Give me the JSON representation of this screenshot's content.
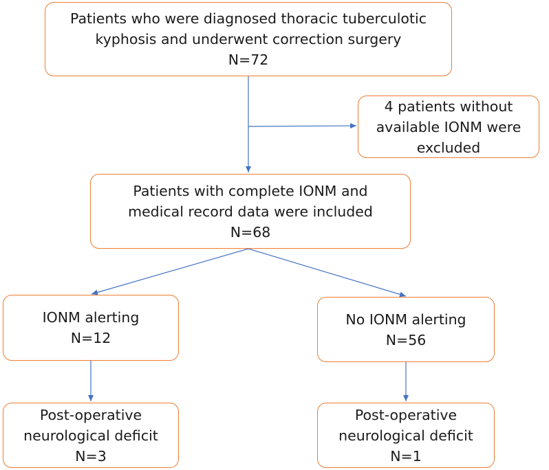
{
  "flowchart": {
    "colors": {
      "box_border": "#ed7d31",
      "arrow": "#4472c4"
    },
    "nodes": {
      "start": {
        "lines": [
          "Patients who were diagnosed thoracic tuberculotic",
          "kyphosis and underwent correction surgery",
          "N=72"
        ]
      },
      "excluded": {
        "lines": [
          "4 patients without",
          "available IONM were",
          "excluded"
        ]
      },
      "included": {
        "lines": [
          "Patients with complete IONM and",
          "medical record data were included",
          "N=68"
        ]
      },
      "alerting": {
        "lines": [
          "IONM alerting",
          "N=12"
        ]
      },
      "no_alerting": {
        "lines": [
          "No IONM alerting",
          "N=56"
        ]
      },
      "deficit_alerting": {
        "lines": [
          "Post-operative",
          "neurological deficit",
          "N=3"
        ]
      },
      "deficit_no_alerting": {
        "lines": [
          "Post-operative",
          "neurological deficit",
          "N=1"
        ]
      }
    },
    "edges": [
      {
        "from": "start",
        "to": "included"
      },
      {
        "from": "start",
        "to": "excluded"
      },
      {
        "from": "included",
        "to": "alerting"
      },
      {
        "from": "included",
        "to": "no_alerting"
      },
      {
        "from": "alerting",
        "to": "deficit_alerting"
      },
      {
        "from": "no_alerting",
        "to": "deficit_no_alerting"
      }
    ]
  }
}
